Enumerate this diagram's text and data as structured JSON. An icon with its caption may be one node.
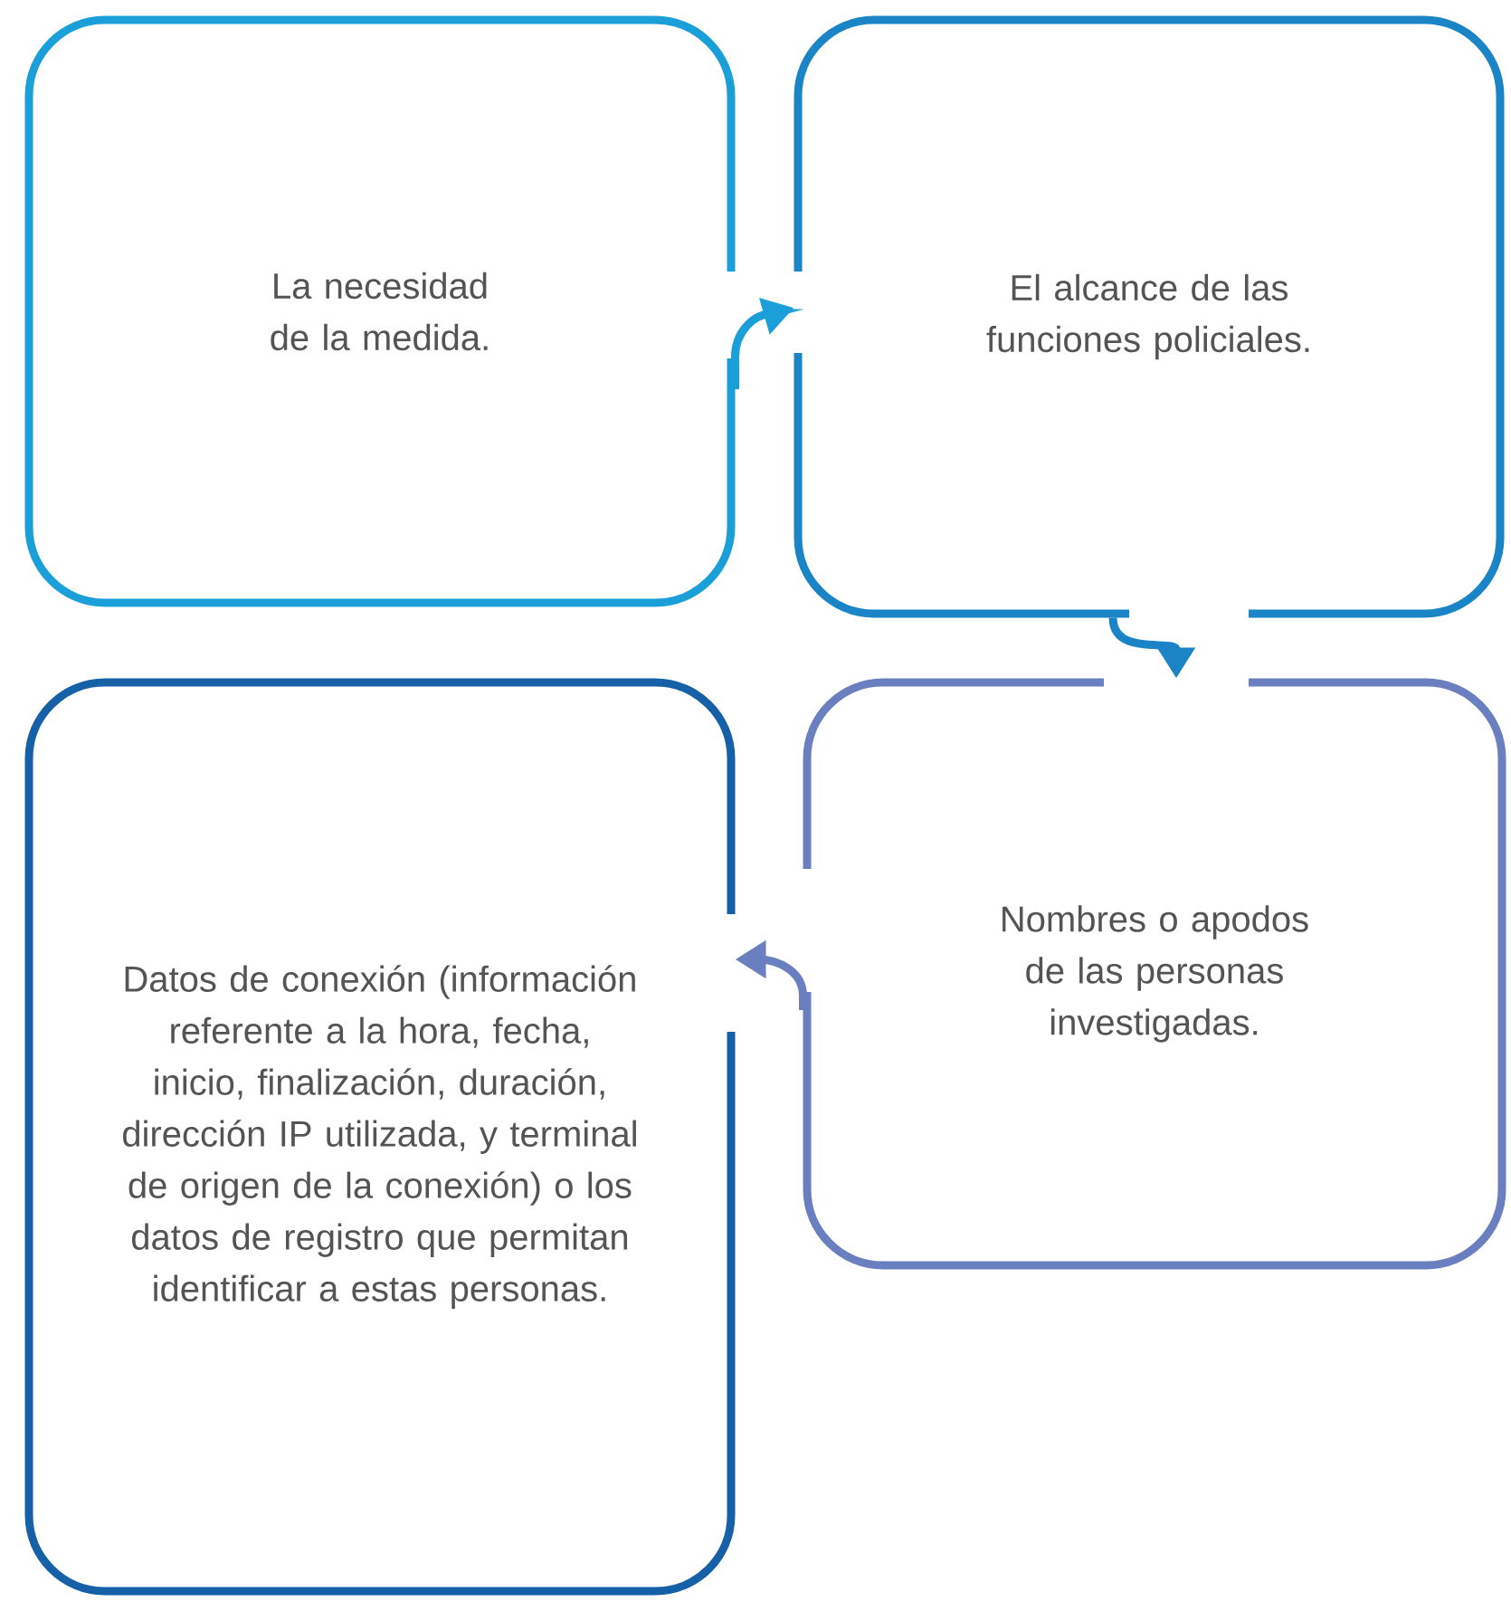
{
  "diagram": {
    "nodes": [
      {
        "text": [
          "La necesidad de la medida."
        ]
      },
      {
        "text": [
          "El alcance de las funciones policiales."
        ]
      },
      {
        "text": [
          "Nombres o apodos de las personas investigadas."
        ]
      },
      {
        "text": [
          "Datos de conexión (información referente a la hora, fecha, inicio, finalización, duración, dirección IP utilizada, y terminal de origen de la conexión) o los datos de registro que permitan identificar a estas personas."
        ]
      }
    ],
    "edges": [
      {
        "from": 0,
        "to": 1,
        "arrow": "to",
        "color": "#1a9fd9"
      },
      {
        "from": 1,
        "to": 2,
        "arrow": "to",
        "color": "#1b84c6"
      },
      {
        "from": 2,
        "to": 3,
        "arrow": "to",
        "color": "#6a7fbf"
      }
    ]
  }
}
